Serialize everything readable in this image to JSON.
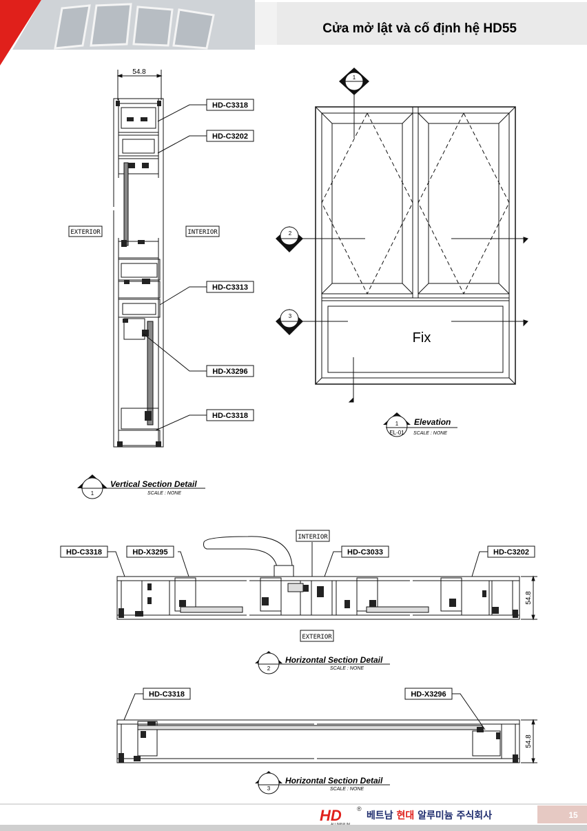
{
  "header": {
    "title": "Cửa mở lật và cố định hệ HD55"
  },
  "vertical_section": {
    "dimension": "54.8",
    "exterior_label": "EXTERIOR",
    "interior_label": "INTERIOR",
    "profiles": [
      "HD-C3318",
      "HD-C3202",
      "HD-C3313",
      "HD-X3296",
      "HD-C3318"
    ],
    "marker_number": "1",
    "title": "Vertical Section Detail",
    "scale": "SCALE : NONE"
  },
  "elevation": {
    "top_marker_number": "1",
    "marker_2_number": "2",
    "marker_3_number": "3",
    "fix_label": "Fix",
    "marker_number": "1",
    "marker_ref": "EL-01",
    "title": "Elevation",
    "scale": "SCALE : NONE"
  },
  "horizontal_section_2": {
    "interior_label": "INTERIOR",
    "exterior_label": "EXTERIOR",
    "profiles": [
      "HD-C3318",
      "HD-X3295",
      "HD-C3033",
      "HD-C3202"
    ],
    "dimension": "54.8",
    "marker_number": "2",
    "title": "Horizontal Section Detail",
    "scale": "SCALE : NONE"
  },
  "horizontal_section_3": {
    "profiles": [
      "HD-C3318",
      "HD-X3296"
    ],
    "dimension": "54.8",
    "marker_number": "3",
    "title": "Horizontal Section Detail",
    "scale": "SCALE : NONE"
  },
  "footer": {
    "company": "베트남 현대 알루미늄 주식회사",
    "company_prefix": "베트남 ",
    "company_highlight": "현대",
    "company_suffix": " 알루미늄 주식회사",
    "logo_text": "HD",
    "logo_sub": "ALUMINIUM",
    "registered_mark": "®",
    "page_number": "15"
  },
  "colors": {
    "accent_red": "#e0201b",
    "page_box": "#e6c9c3",
    "line": "#111111"
  }
}
